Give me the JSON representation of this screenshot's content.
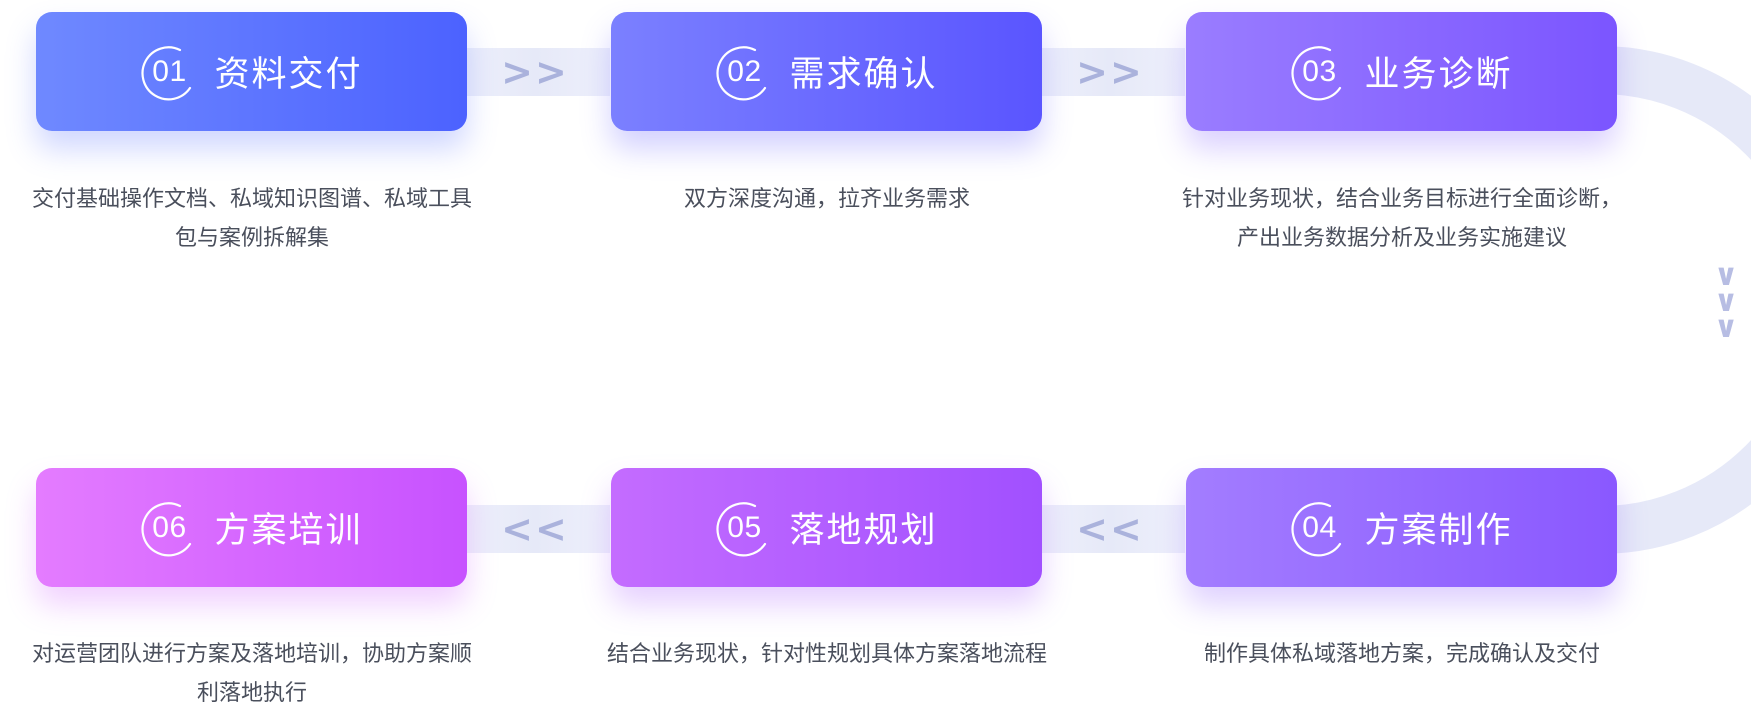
{
  "steps": [
    {
      "num": "01",
      "title": "资料交付",
      "desc": "交付基础操作文档、私域知识图谱、私域工具包与案例拆解集"
    },
    {
      "num": "02",
      "title": "需求确认",
      "desc": "双方深度沟通，拉齐业务需求"
    },
    {
      "num": "03",
      "title": "业务诊断",
      "desc": "针对业务现状，结合业务目标进行全面诊断，产出业务数据分析及业务实施建议"
    },
    {
      "num": "04",
      "title": "方案制作",
      "desc": "制作具体私域落地方案，完成确认及交付"
    },
    {
      "num": "05",
      "title": "落地规划",
      "desc": "结合业务现状，针对性规划具体方案落地流程"
    },
    {
      "num": "06",
      "title": "方案培训",
      "desc": "对运营团队进行方案及落地培训，协助方案顺利落地执行"
    }
  ],
  "connectors": {
    "forward": ">>",
    "backward": "<<",
    "down": [
      "∨",
      "∨",
      "∨"
    ]
  },
  "colors": {
    "track": "#e8ebf8",
    "arrow": "#aab2dc",
    "desc_text": "#4a4f5c"
  }
}
